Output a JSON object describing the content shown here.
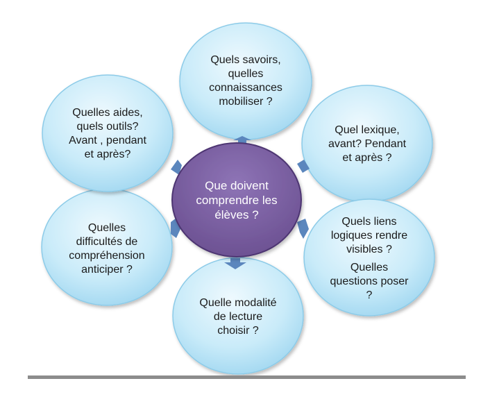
{
  "center": {
    "text": "Que doivent\ncomprendre les\nélèves ?"
  },
  "bubbles": [
    {
      "id": "top",
      "text": "Quels savoirs,\nquelles\nconnaissances\nmobiliser ?"
    },
    {
      "id": "upper-right",
      "text": "Quel lexique,\navant? Pendant\net après ?"
    },
    {
      "id": "lower-right",
      "text": "Quels liens\nlogiques rendre\nvisibles ?",
      "text2": "Quelles\nquestions poser\n?"
    },
    {
      "id": "bottom",
      "text": "Quelle modalité\nde lecture\nchoisir ?"
    },
    {
      "id": "lower-left",
      "text": "Quelles\ndifficultés de\ncompréhension\nanticiper ?"
    },
    {
      "id": "upper-left",
      "text": "Quelles aides,\nquels outils?\nAvant , pendant\net  après?"
    }
  ],
  "colors": {
    "bubble_fill_light": "#e6f6fd",
    "bubble_fill_dark": "#a9dcf3",
    "bubble_stroke": "#8ccbe8",
    "center_fill_light": "#8a6fb0",
    "center_fill_dark": "#6c5192",
    "center_stroke": "#4d3672",
    "arrow_fill": "#5b86bd"
  }
}
